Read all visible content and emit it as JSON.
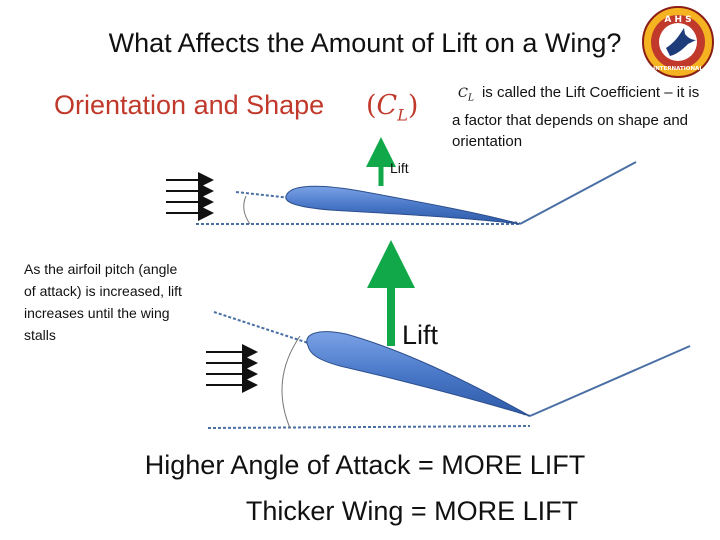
{
  "title": "What Affects the Amount of Lift on a Wing?",
  "subtitle": "Orientation and Shape",
  "cl_symbol": {
    "open": "(",
    "c": "C",
    "sub": "L",
    "close": ")"
  },
  "note": {
    "symbol": "C",
    "symbol_sub": "L",
    "text": "is called the Lift Coefficient – it is a factor that depends on shape and orientation"
  },
  "side_note": "As the airfoil pitch (angle of attack) is increased, lift increases until the wing stalls",
  "lift_label_small": "Lift",
  "lift_label_large": "Lift",
  "conclusions": [
    "Higher Angle of Attack = MORE LIFT",
    "Thicker Wing = MORE LIFT"
  ],
  "logo": {
    "top_text": "A H S",
    "bottom_text": "INTERNATIONAL"
  },
  "colors": {
    "airfoil": "#4a78c8",
    "lift_arrow": "#11a84a",
    "red_text": "#c0392b",
    "dashed_line": "#4a6fa5",
    "logo_ring": "#c0392b"
  }
}
